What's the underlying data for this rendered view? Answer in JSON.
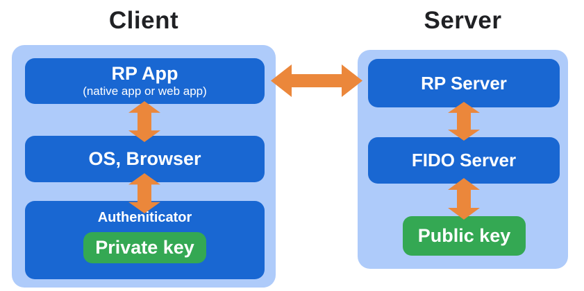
{
  "client": {
    "title": "Client",
    "rp_app": {
      "title": "RP App",
      "subtitle": "(native app or web app)"
    },
    "os_browser": {
      "title": "OS, Browser"
    },
    "authenticator": {
      "title": "Autheniticator",
      "key_label": "Private key"
    }
  },
  "server": {
    "title": "Server",
    "rp_server": {
      "title": "RP Server"
    },
    "fido_server": {
      "title": "FIDO Server"
    },
    "public_key_label": "Public key"
  },
  "icons": {
    "connections": [
      "double-arrow-horizontal: RP App <-> RP Server",
      "double-arrow-vertical: RP App <-> OS, Browser",
      "double-arrow-vertical: OS, Browser <-> Authenticator",
      "double-arrow-vertical: RP Server <-> FIDO Server",
      "double-arrow-vertical: FIDO Server <-> Public key"
    ]
  },
  "colors": {
    "panel_bg": "#AECBFA",
    "box_bg": "#1967D2",
    "key_bg": "#34A853",
    "arrow": "#EB873B",
    "title_text": "#202124",
    "box_text": "#FFFFFF"
  }
}
